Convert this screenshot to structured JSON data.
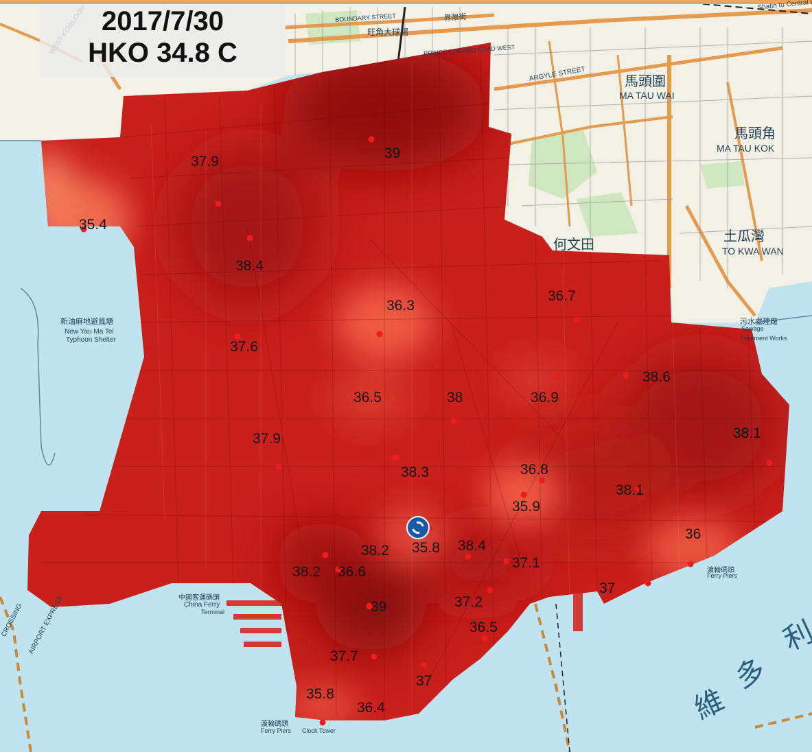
{
  "overlay": {
    "date": "2017/7/30",
    "hko_reading": "HKO 34.8 C"
  },
  "colors": {
    "sea": "#bfe3ef",
    "land": "#f3f0e6",
    "park": "#cfe7c1",
    "road": "#e59a4e",
    "heat_base": "#c9201c",
    "heat_dark": "#7d0c0c",
    "heat_light": "#ef5a45",
    "station_dot": "#ee1c1c",
    "station_icon": "#1a58a8"
  },
  "icons": {
    "station": "weather-station-icon"
  },
  "map_labels": [
    {
      "name": "label-boundary-street",
      "text": "BOUNDARY STREET",
      "zh": false
    },
    {
      "name": "label-jie-xian-jie",
      "text": "界限街",
      "zh": true
    },
    {
      "name": "label-prince-edward-road-west",
      "text": "PRINCE EDWARD ROAD WEST",
      "zh": false
    },
    {
      "name": "label-mong-kok-stadium",
      "text": "旺角大球場",
      "zh": true
    },
    {
      "name": "label-ma-tau-wai",
      "text": "MA TAU WAI",
      "zh": false
    },
    {
      "name": "label-ma-tau-wai-zh",
      "text": "馬頭圍",
      "zh": true
    },
    {
      "name": "label-ma-tau-kok",
      "text": "MA TAU KOK",
      "zh": false
    },
    {
      "name": "label-ma-tau-kok-zh",
      "text": "馬頭角",
      "zh": true
    },
    {
      "name": "label-ho-man-tin-zh",
      "text": "何文田",
      "zh": true
    },
    {
      "name": "label-to-kwa-wan",
      "text": "TO KWA WAN",
      "zh": false
    },
    {
      "name": "label-to-kwa-wan-zh",
      "text": "土瓜灣",
      "zh": true
    },
    {
      "name": "label-typhoon-shelter-zh",
      "text": "新油麻地避風塘",
      "zh": true
    },
    {
      "name": "label-typhoon-shelter",
      "text": "New Yau Ma Tei",
      "zh": false
    },
    {
      "name": "label-typhoon-shelter-2",
      "text": "Typhoon Shelter",
      "zh": false
    },
    {
      "name": "label-china-ferry-terminal-zh",
      "text": "中國客運碼頭",
      "zh": true
    },
    {
      "name": "label-china-ferry-terminal",
      "text": "China Ferry",
      "zh": false
    },
    {
      "name": "label-terminal",
      "text": "Terminal",
      "zh": false
    },
    {
      "name": "label-ferry-piers-zh",
      "text": "渡輪碼頭",
      "zh": true
    },
    {
      "name": "label-ferry-piers",
      "text": "Ferry Piers",
      "zh": false
    },
    {
      "name": "label-clock-tower",
      "text": "Clock Tower",
      "zh": false
    },
    {
      "name": "label-ferry-piers-east-zh",
      "text": "渡輪碼頭",
      "zh": true
    },
    {
      "name": "label-ferry-piers-east",
      "text": "Ferry Piers",
      "zh": false
    },
    {
      "name": "label-sewage-zh",
      "text": "污水處理廠",
      "zh": true
    },
    {
      "name": "label-sewage",
      "text": "Sewage",
      "zh": false
    },
    {
      "name": "label-treatment-works",
      "text": "Treatment Works",
      "zh": false
    },
    {
      "name": "label-airport-express",
      "text": "AIRPORT EXPRESS",
      "zh": false
    },
    {
      "name": "label-crossing",
      "text": "CROSSING",
      "zh": false
    },
    {
      "name": "label-victoria-1",
      "text": "維",
      "zh": true
    },
    {
      "name": "label-victoria-2",
      "text": "多",
      "zh": true
    },
    {
      "name": "label-victoria-3",
      "text": "利",
      "zh": true
    },
    {
      "name": "label-shatin-central",
      "text": "Shatin to Central Li",
      "zh": false
    },
    {
      "name": "label-west-kowloon",
      "text": "WEST KOWLOON",
      "zh": false
    },
    {
      "name": "label-argyle-street",
      "text": "ARGYLE STREET",
      "zh": false
    }
  ],
  "readings": [
    {
      "value": "39",
      "name": "reading-39-north"
    },
    {
      "value": "37.9",
      "name": "reading-37-9-northwest"
    },
    {
      "value": "35.4",
      "name": "reading-35-4"
    },
    {
      "value": "38.4",
      "name": "reading-38-4-north"
    },
    {
      "value": "36.3",
      "name": "reading-36-3"
    },
    {
      "value": "36.7",
      "name": "reading-36-7"
    },
    {
      "value": "37.6",
      "name": "reading-37-6"
    },
    {
      "value": "38.6",
      "name": "reading-38-6"
    },
    {
      "value": "36.5",
      "name": "reading-36-5-center"
    },
    {
      "value": "38",
      "name": "reading-38"
    },
    {
      "value": "36.9",
      "name": "reading-36-9"
    },
    {
      "value": "38.1",
      "name": "reading-38-1-east"
    },
    {
      "value": "37.9",
      "name": "reading-37-9-west"
    },
    {
      "value": "38.3",
      "name": "reading-38-3"
    },
    {
      "value": "36.8",
      "name": "reading-36-8"
    },
    {
      "value": "38.1",
      "name": "reading-38-1-mid"
    },
    {
      "value": "35.9",
      "name": "reading-35-9"
    },
    {
      "value": "36",
      "name": "reading-36"
    },
    {
      "value": "38.2",
      "name": "reading-38-2-center"
    },
    {
      "value": "35.8",
      "name": "reading-35-8-center"
    },
    {
      "value": "38.4",
      "name": "reading-38-4-south"
    },
    {
      "value": "37.1",
      "name": "reading-37-1"
    },
    {
      "value": "38.2",
      "name": "reading-38-2-west"
    },
    {
      "value": "36.6",
      "name": "reading-36-6"
    },
    {
      "value": "37",
      "name": "reading-37-east"
    },
    {
      "value": "39",
      "name": "reading-39-south"
    },
    {
      "value": "37.2",
      "name": "reading-37-2"
    },
    {
      "value": "36.5",
      "name": "reading-36-5-south"
    },
    {
      "value": "37.7",
      "name": "reading-37-7"
    },
    {
      "value": "37",
      "name": "reading-37-south"
    },
    {
      "value": "35.8",
      "name": "reading-35-8-south"
    },
    {
      "value": "36.4",
      "name": "reading-36-4"
    }
  ]
}
